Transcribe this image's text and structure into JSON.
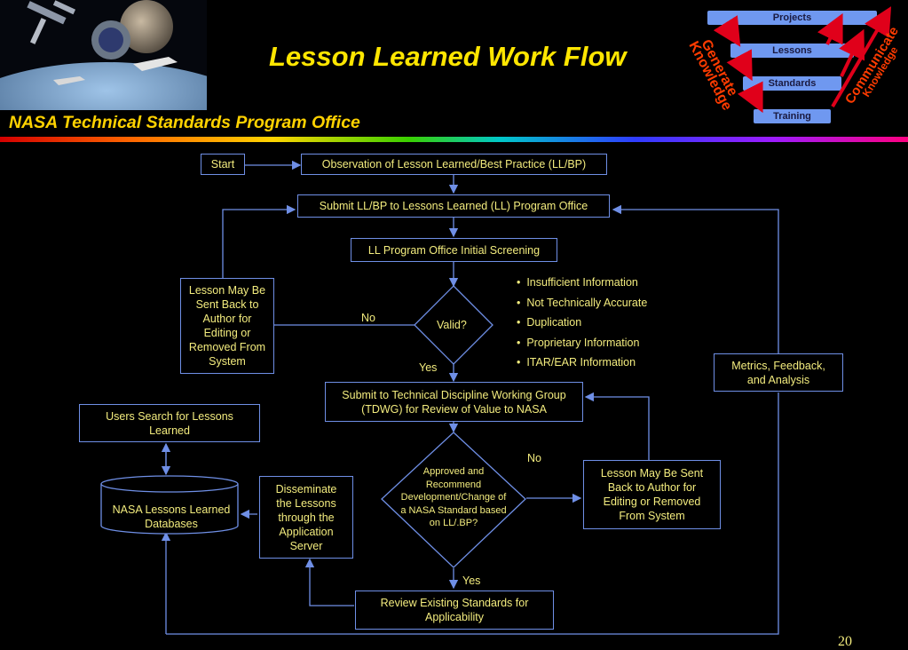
{
  "header": {
    "title": "Lesson Learned Work Flow",
    "subtitle": "NASA Technical Standards Program Office",
    "page_number": "20"
  },
  "pyramid": {
    "levels": [
      "Projects",
      "Lessons",
      "Standards",
      "Training"
    ],
    "left_label_1": "Generate",
    "left_label_2": "Knowledge",
    "right_label_1": "Communicate",
    "right_label_2": "Knowledge"
  },
  "flow": {
    "start": "Start",
    "observation": "Observation of Lesson Learned/Best Practice (LL/BP)",
    "submit": "Submit LL/BP to Lessons Learned (LL) Program Office",
    "screening": "LL  Program Office Initial Screening",
    "valid": "Valid?",
    "no_label_1": "No",
    "yes_label_1": "Yes",
    "sent_back_1": "Lesson May Be Sent Back to Author for Editing or Removed From System",
    "criteria": [
      "Insufficient Information",
      "Not Technically Accurate",
      "Duplication",
      "Proprietary Information",
      "ITAR/EAR Information"
    ],
    "tdwg": "Submit to Technical Discipline Working Group (TDWG) for Review of Value to NASA",
    "metrics": "Metrics, Feedback, and Analysis",
    "users_search": "Users Search for Lessons Learned",
    "database": "NASA Lessons Learned Databases",
    "disseminate": "Disseminate the Lessons through the Application Server",
    "approved": "Approved and Recommend Development/Change of  a NASA Standard based on LL/.BP?",
    "no_label_2": "No",
    "yes_label_2": "Yes",
    "sent_back_2": "Lesson May Be Sent Back to Author for Editing or Removed From System",
    "review": "Review Existing Standards for Applicability"
  },
  "colors": {
    "line": "#6f8fe6",
    "text": "#f3ec7e",
    "title": "#ffe600",
    "accent_red": "#e0001a"
  }
}
